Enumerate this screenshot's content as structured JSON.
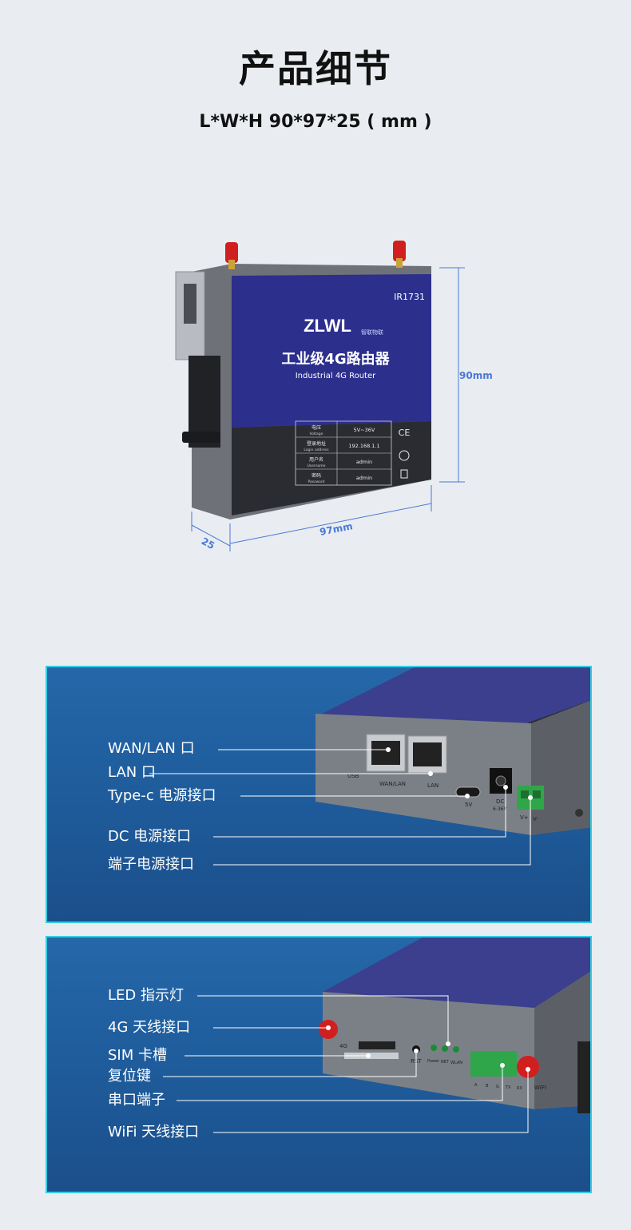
{
  "header": {
    "title": "产品细节",
    "dimensions_line": "L*W*H  90*97*25 ( mm )"
  },
  "hero": {
    "model": "IR1731",
    "brand": "ZLWL",
    "brand_sub": "智联物联",
    "product_cn": "工业级4G路由器",
    "product_en": "Industrial 4G Router",
    "spec_table": [
      {
        "label_cn": "电压",
        "label_en": "Voltage",
        "value": "5V~36V"
      },
      {
        "label_cn": "登录地址",
        "label_en": "Login address",
        "value": "192.168.1.1"
      },
      {
        "label_cn": "用户名",
        "label_en": "Username",
        "value": "admin"
      },
      {
        "label_cn": "密码",
        "label_en": "Password",
        "value": "admin"
      }
    ],
    "ce_mark": "CE",
    "height_label": "90mm",
    "width_label": "97mm",
    "depth_label": "25"
  },
  "panel1": {
    "labels": [
      "WAN/LAN 口",
      "LAN 口",
      "Type-c 电源接口",
      "DC 电源接口",
      "端子电源接口"
    ],
    "device_text": {
      "usb": "USB",
      "wan_lan": "WAN/LAN",
      "lan": "LAN",
      "v5": "5V",
      "dc": "DC",
      "dc_range": "6-36V",
      "vplus": "V+",
      "vminus": "V-"
    }
  },
  "panel2": {
    "labels": [
      "LED 指示灯",
      "4G 天线接口",
      "SIM 卡槽",
      "复位键",
      "串口端子",
      "WiFi 天线接口"
    ],
    "device_text": {
      "g4": "4G",
      "rst": "RST",
      "power": "Power",
      "net": "NET",
      "wlan": "WLAN",
      "a": "A",
      "b": "B",
      "g": "G",
      "tx": "TX",
      "rx": "RX",
      "wifi": "WIFI"
    }
  },
  "colors": {
    "background": "#e9edf1",
    "panel_border": "#35cde4",
    "panel_blue": "#1f5d9d",
    "dimension_blue": "#4a78d8",
    "device_face": "#2c2f8c",
    "antenna_red": "#d11f1f",
    "terminal_green": "#2fa64a"
  }
}
